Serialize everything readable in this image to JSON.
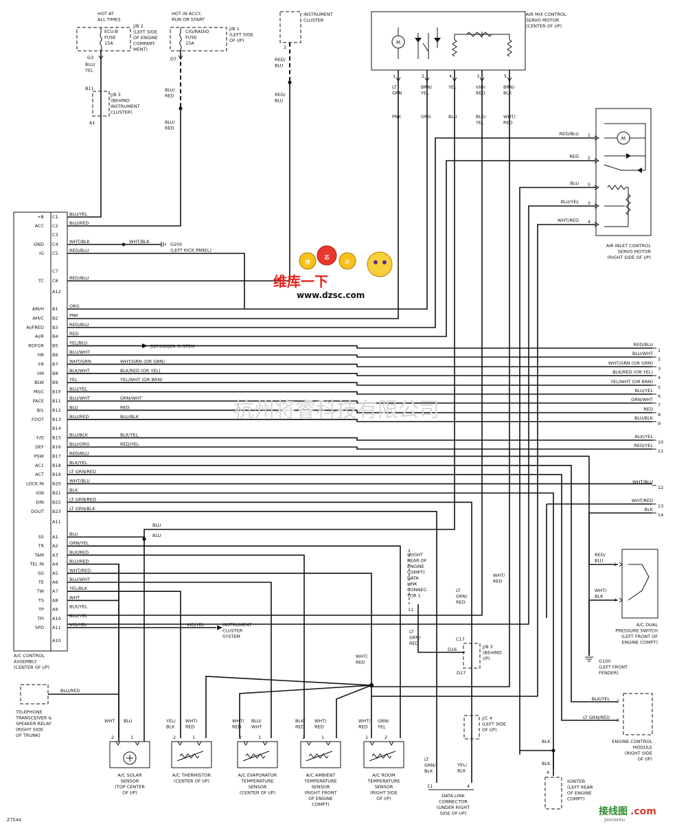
{
  "diagram_id": "Z7544",
  "watermark": "杭州将睿科技有限公司",
  "site_logo": {
    "badge_left": "找",
    "badge_mid": "芯",
    "badge_right": "片",
    "brand": "维库一下",
    "url": "www.dzsc.com"
  },
  "corner_logo": {
    "brand": "接线图",
    "dotcom": ".com",
    "url": "jiexiantu"
  },
  "fuses": {
    "ecu_b": {
      "hot": [
        "HOT AT",
        "ALL TIMES"
      ],
      "name": [
        "ECU-B",
        "FUSE",
        "15A"
      ],
      "location": [
        "J/B 2",
        "(LEFT SIDE",
        "OF ENGINE",
        "COMPART-",
        "MENT)"
      ],
      "pin": "G3",
      "wire": [
        "BLU/",
        "YEL"
      ]
    },
    "cig_radio": {
      "hot": [
        "HOT IN ACCY,",
        "RUN OR START"
      ],
      "name": [
        "CIG/RADIO",
        "FUSE",
        "15A"
      ],
      "location": [
        "J/B 1",
        "(LEFT SIDE",
        "OF I/P)"
      ],
      "pin": "D7",
      "wire": [
        "BLU/",
        "RED"
      ],
      "wire2": [
        "BLU/",
        "RED"
      ]
    },
    "jb3_top": {
      "pins": [
        "B11",
        "A1"
      ],
      "location": [
        "J/B 3",
        "(BEHIND",
        "INSTRUMENT",
        "CLUSTER)"
      ]
    }
  },
  "instrument_cluster": {
    "label": [
      "INSTRUMENT",
      "CLUSTER"
    ],
    "pin": "2",
    "wire": [
      "RED/",
      "BLU"
    ],
    "wire2": [
      "RED/",
      "BLU"
    ]
  },
  "air_mix": {
    "label": [
      "AIR MIX CONTROL",
      "SERVO MOTOR",
      "(CENTER OF I/P)"
    ],
    "motor": "M",
    "pins": [
      "1",
      "2",
      "4",
      "3",
      "5"
    ],
    "wires_top": [
      [
        "LT",
        "GRN"
      ],
      [
        "BRN/",
        "YEL"
      ],
      [
        "YEL"
      ],
      [
        "VIO/",
        "RED"
      ],
      [
        "BRN/",
        "BLK"
      ]
    ],
    "wires_bottom": [
      [
        "PNK"
      ],
      [
        "ORG"
      ],
      [
        "BLU"
      ],
      [
        "BLK/",
        "YEL"
      ],
      [
        "WHT/",
        "RED"
      ]
    ]
  },
  "air_inlet": {
    "label": [
      "AIR INLET CONTROL",
      "SERVO MOTOR",
      "(RIGHT SIDE OF I/P)"
    ],
    "motor": "M",
    "pins": [
      {
        "wire": "RED/BLU",
        "num": "1"
      },
      {
        "wire": "RED",
        "num": "2"
      },
      {
        "wire": "BLU",
        "num": "5"
      },
      {
        "wire": "BLU/YEL",
        "num": "3"
      },
      {
        "wire": "WHT/RED",
        "num": "4"
      }
    ]
  },
  "ac_control": {
    "label": [
      "A/C CONTROL",
      "ASSEMBLY",
      "(CENTER OF I/P)"
    ],
    "c_rows": [
      {
        "name": "+B",
        "pin": "C1",
        "wire": "BLU/YEL"
      },
      {
        "name": "ACC",
        "pin": "C2",
        "wire": "BLU/RED"
      },
      {
        "name": "",
        "pin": "C3",
        "wire": ""
      },
      {
        "name": "GND",
        "pin": "C4",
        "wire": "WHT/BLK"
      },
      {
        "name": "IG",
        "pin": "C5",
        "wire": "RED/BLU"
      },
      {
        "name": "",
        "pin": "C7",
        "wire": ""
      },
      {
        "name": "TC",
        "pin": "C8",
        "wire": "RED/BLU"
      }
    ],
    "c_conn": "A12",
    "b_rows": [
      {
        "name": "AM/H",
        "pin": "B1",
        "wire": "ORG"
      },
      {
        "name": "AM/C",
        "pin": "B2",
        "wire": "PNK"
      },
      {
        "name": "AI/FRED",
        "pin": "B3",
        "wire": "RED/BLU"
      },
      {
        "name": "AI/R",
        "pin": "B4",
        "wire": "RED"
      },
      {
        "name": "RDFGR",
        "pin": "B5",
        "wire": "YEL/BLU"
      },
      {
        "name": "HR",
        "pin": "B6",
        "wire": "BLU/WHT"
      },
      {
        "name": "FR",
        "pin": "B7",
        "wire": "WHT/GRN"
      },
      {
        "name": "VM",
        "pin": "B8",
        "wire": "BLK/WHT"
      },
      {
        "name": "BLW",
        "pin": "B9",
        "wire": "YEL"
      },
      {
        "name": "MGC",
        "pin": "B10",
        "wire": "BLU/YEL"
      },
      {
        "name": "FACE",
        "pin": "B11",
        "wire": "BLU/WHT"
      },
      {
        "name": "B/L",
        "pin": "B12",
        "wire": "BLU"
      },
      {
        "name": "FOOT",
        "pin": "B13",
        "wire": "BLU/RED"
      },
      {
        "name": "",
        "pin": "B14",
        "wire": ""
      },
      {
        "name": "F/D",
        "pin": "B15",
        "wire": "BLU/BLK"
      },
      {
        "name": "DEF",
        "pin": "B16",
        "wire": "BLU/ORG"
      },
      {
        "name": "PSW",
        "pin": "B17",
        "wire": "RED/BLU"
      },
      {
        "name": "AC1",
        "pin": "B18",
        "wire": "BLK/YEL"
      },
      {
        "name": "ACT",
        "pin": "B19",
        "wire": "LT GRN/RED"
      },
      {
        "name": "LOCK IN",
        "pin": "B20",
        "wire": "WHT/BLU"
      },
      {
        "name": "IGN",
        "pin": "B21",
        "wire": "BLK"
      },
      {
        "name": "DIN",
        "pin": "B22",
        "wire": "LT GRN/RED"
      },
      {
        "name": "DOUT",
        "pin": "B23",
        "wire": "LT GRN/BLK"
      }
    ],
    "b_conn": "A11",
    "a_rows": [
      {
        "name": "S5",
        "pin": "A1",
        "wire": "BLU"
      },
      {
        "name": "TR",
        "pin": "A2",
        "wire": "GRN/YEL"
      },
      {
        "name": "TAM",
        "pin": "A3",
        "wire": "BLK/RED"
      },
      {
        "name": "TEL IN",
        "pin": "A4",
        "wire": "BLU/RED"
      },
      {
        "name": "SG",
        "pin": "A5",
        "wire": "WHT/RED"
      },
      {
        "name": "TE",
        "pin": "A6",
        "wire": "BLU/WHT"
      },
      {
        "name": "TW",
        "pin": "A7",
        "wire": "YEL/BLK"
      },
      {
        "name": "TS",
        "pin": "A8",
        "wire": "WHT"
      },
      {
        "name": "TP",
        "pin": "A9",
        "wire": "BLK/YEL"
      },
      {
        "name": "TPI",
        "pin": "A10",
        "wire": "BLU/YEL"
      },
      {
        "name": "SPD",
        "pin": "A11",
        "wire": "VIO/YEL"
      }
    ],
    "a_conn": "A10"
  },
  "ground_g200": {
    "wire": "WHT/BLK",
    "label": [
      "G200",
      "(LEFT KICK PANEL)"
    ]
  },
  "defogger": "DEFOGGER SYSTEM",
  "mid_wire_labels": [
    {
      "row": 6,
      "text": "WHT/GRN (OR GRN)"
    },
    {
      "row": 7,
      "text": "BLK/RED (OR YEL)"
    },
    {
      "row": 8,
      "text": "YEL/WHT (OR BRN)"
    },
    {
      "row": 10,
      "text": "GRN/WHT"
    },
    {
      "row": 11,
      "text": "RED"
    },
    {
      "row": 12,
      "text": "BLU/BLK"
    },
    {
      "row": 14,
      "text": "BLK/YEL"
    },
    {
      "row": 15,
      "text": "RED/YEL"
    }
  ],
  "right_outputs": [
    {
      "wire": "RED/BLU",
      "num": "1"
    },
    {
      "wire": "BLU/WHT",
      "num": "2"
    },
    {
      "wire": "WHT/GRN (OR GRN)",
      "num": "3"
    },
    {
      "wire": "BLK/RED (OR YEL)",
      "num": "4"
    },
    {
      "wire": "YEL/WHT (OR BRN)",
      "num": "5"
    },
    {
      "wire": "BLU/YEL",
      "num": "6"
    },
    {
      "wire": "GRN/WHT",
      "num": "7"
    },
    {
      "wire": "RED",
      "num": "8"
    },
    {
      "wire": "BLU/BLK",
      "num": "9"
    },
    {
      "wire": "BLK/YEL",
      "num": "10"
    },
    {
      "wire": "RED/YEL",
      "num": "11"
    },
    {
      "wire": "WHT/BLU",
      "num": "12"
    },
    {
      "wire": "WHT/RED",
      "num": "13"
    },
    {
      "wire": "BLK",
      "num": "14"
    }
  ],
  "blu_splice": "BLU",
  "instrument_cluster_system": {
    "wire": "VIO/YEL",
    "label": [
      "INSTRUMENT",
      "CLUSTER",
      "SYSTEM"
    ]
  },
  "dlc1": {
    "label": [
      "(RIGHT",
      "REAR OF",
      "ENGINE",
      "COMPT)",
      "DATA",
      "LINK",
      "CONNEC-",
      "TOR 1"
    ],
    "pin": "11"
  },
  "wire_labels_mid": {
    "ltgrnred_a": [
      "LT",
      "GRN/",
      "RED"
    ],
    "ltgrnred_b": [
      "LT",
      "GRN/",
      "RED"
    ],
    "whtred_a": [
      "WHT/",
      "RED"
    ],
    "whtred_b": [
      "WHT/",
      "RED"
    ]
  },
  "jb3_bottom": {
    "pins": [
      "C17",
      "D16",
      "D17"
    ],
    "location": [
      "J/B 3",
      "(BEHIND",
      "I/P)"
    ]
  },
  "jc4": {
    "label": [
      "J/C 4",
      "(LEFT SIDE",
      "OF I/P)"
    ]
  },
  "pressure_switch": {
    "label": [
      "A/C DUAL",
      "PRESSURE SWITCH",
      "(LEFT FRONT OF",
      "ENGINE COMPT)"
    ],
    "pins": [
      {
        "num": "1",
        "wire": [
          "RED/",
          "BLU"
        ]
      },
      {
        "num": "4",
        "wire": [
          "WHT/",
          "BLK"
        ]
      }
    ]
  },
  "ground_g100": {
    "label": [
      "G100",
      "(LEFT FRONT",
      "FENDER)"
    ]
  },
  "ecm": {
    "label": [
      "ENGINE CONTROL",
      "MODULE",
      "(RIGHT SIDE",
      "OF I/P)"
    ],
    "pins": [
      {
        "num": "7",
        "wire": "BLK/YEL"
      },
      {
        "num": "6",
        "wire": "LT GRN/RED"
      }
    ]
  },
  "igniter": {
    "label": [
      "IGNITER",
      "(LEFT REAR",
      "OF ENGINE",
      "COMPT)"
    ],
    "pin": "4",
    "wires": [
      "BLK",
      "BLK"
    ]
  },
  "telephone": {
    "label": [
      "TELEPHONE",
      "TRANSCEIVER &",
      "SPEAKER RELAY",
      "(RIGHT SIDE",
      "OF TRUNK)"
    ],
    "wire": "BLU/RED"
  },
  "sensors": [
    {
      "label": [
        "A/C SOLAR",
        "SENSOR",
        "(TOP CENTER",
        "OF I/P)"
      ],
      "pins": [
        "2",
        "1"
      ],
      "wires": [
        [
          "WHT"
        ],
        [
          "BLU"
        ]
      ]
    },
    {
      "label": [
        "A/C THERMISTOR",
        "(CENTER OF I/P)"
      ],
      "pins": [
        "2",
        "1"
      ],
      "wires": [
        [
          "YEL/",
          "BLK"
        ],
        [
          "WHT/",
          "RED"
        ]
      ]
    },
    {
      "label": [
        "A/C EVAPORATOR",
        "TEMPERATURE",
        "SENSOR",
        "(CENTER OF I/P)"
      ],
      "pins": [
        "2",
        "1"
      ],
      "wires": [
        [
          "WHT/",
          "RED"
        ],
        [
          "BLU/",
          "WHT"
        ]
      ]
    },
    {
      "label": [
        "A/C AMBIENT",
        "TEMPERATURE",
        "SENSOR",
        "(RIGHT FRONT",
        "OF ENGINE",
        "COMPT)"
      ],
      "pins": [
        "2",
        "1"
      ],
      "wires": [
        [
          "BLK/",
          "RED"
        ],
        [
          "WHT/",
          "RED"
        ]
      ]
    },
    {
      "label": [
        "A/C ROOM",
        "TEMPERATURE",
        "SENSOR",
        "(RIGHT SIDE",
        "OF I/P)"
      ],
      "pins": [
        "1",
        "2"
      ],
      "wires": [
        [
          "WHT/",
          "RED"
        ],
        [
          "GRN/",
          "YEL"
        ]
      ]
    }
  ],
  "dlc_bottom": {
    "label": [
      "DATA LINK",
      "CONNECTOR",
      "(UNDER RIGHT",
      "SIDE OF I/P)"
    ],
    "pins": [
      "11",
      "4"
    ],
    "wires": [
      [
        "LT",
        "GRN/",
        "BLK"
      ],
      [
        "YEL/",
        "BLK"
      ]
    ]
  }
}
